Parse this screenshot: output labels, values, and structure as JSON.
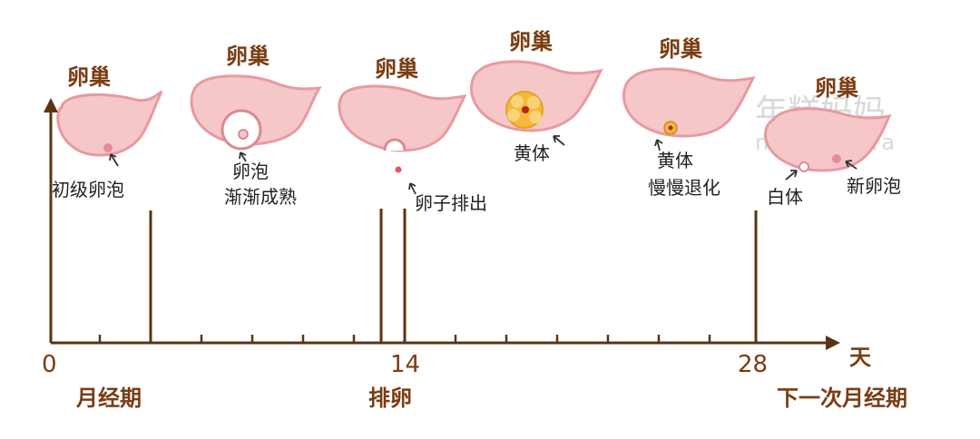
{
  "ovary_label": "卵巢",
  "stages": [
    {
      "caption_lines": [
        "初级卵泡"
      ]
    },
    {
      "caption_lines": [
        "卵泡",
        "渐渐成熟"
      ]
    },
    {
      "caption_lines": [
        "卵子排出"
      ]
    },
    {
      "caption_lines": [
        "黄体"
      ]
    },
    {
      "caption_lines": [
        "黄体",
        "慢慢退化"
      ]
    },
    {
      "caption_lines": [
        "白体",
        "新卵泡"
      ]
    }
  ],
  "axis": {
    "tick_0": "0",
    "tick_14": "14",
    "tick_28": "28",
    "unit": "天",
    "phase_menstruation": "月经期",
    "phase_ovulation": "排卵",
    "phase_next_menstruation": "下一次月经期"
  },
  "watermark": {
    "line1": "年糕妈妈",
    "line2": "nicomama"
  },
  "colors": {
    "ovary_fill": "#f5c7c9",
    "ovary_stroke": "#e79aa0",
    "axis": "#5b3412",
    "title": "#7a3d12",
    "corpus_luteum": "#f4b83a"
  }
}
